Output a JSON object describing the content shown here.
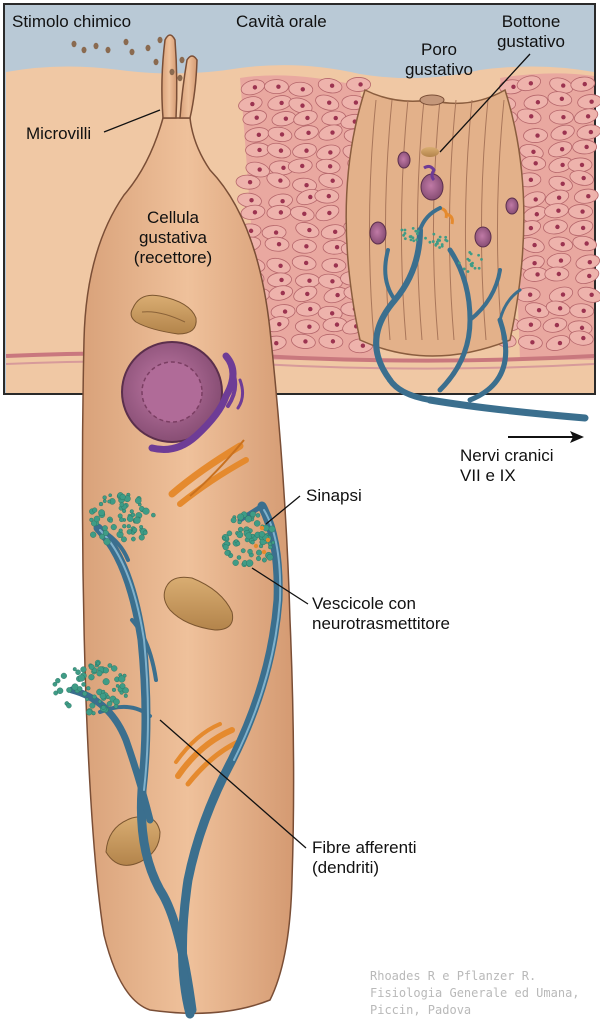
{
  "labels": {
    "stimulus": "Stimolo chimico",
    "oral_cavity": "Cavità orale",
    "taste_bud": [
      "Bottone",
      "gustativo"
    ],
    "taste_pore": [
      "Poro",
      "gustativo"
    ],
    "microvilli": "Microvilli",
    "receptor_cell": [
      "Cellula",
      "gustativa",
      "(recettore)"
    ],
    "cranial_nerves": [
      "Nervi cranici",
      "VII e IX"
    ],
    "synapse": "Sinapsi",
    "vesicles": [
      "Vescicole con",
      "neurotrasmettitore"
    ],
    "afferent_fibers": [
      "Fibre afferenti",
      "(dendriti)"
    ]
  },
  "credit": [
    "Rhoades R e Pflanzer R.",
    "Fisiologia Generale ed Umana,",
    "Piccin, Padova"
  ],
  "colors": {
    "cell_fill": "#e7b48c",
    "cavity_fill": "#f0c8a4",
    "epithelium_pink": "#e9a8a0",
    "nucleus_purple": "#9b5a86",
    "golgi_purple": "#6e3c96",
    "mitochondria_tan": "#c99b5e",
    "er_orange": "#e58a2e",
    "nerve_blue": "#3b6f8e",
    "vesicle_teal": "#3f9c86"
  }
}
